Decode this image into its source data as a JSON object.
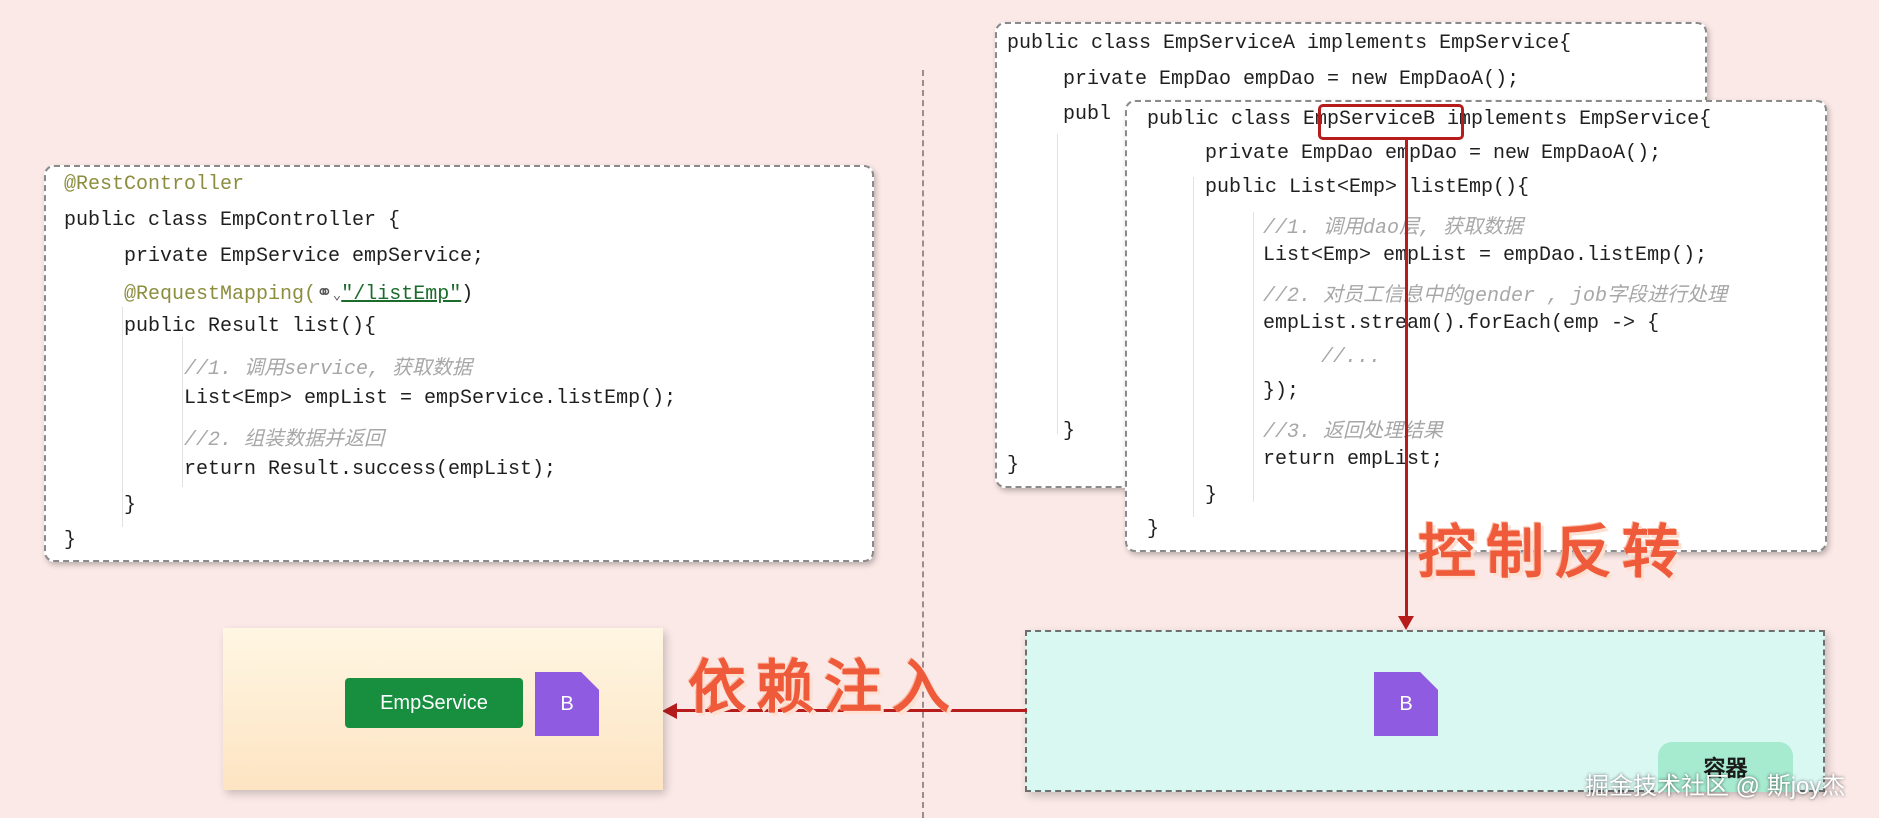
{
  "controller": [
    "@RestController",
    "public class EmpController {",
    "private EmpService empService;",
    "@RequestMapping(",
    "\"/listEmp\"",
    ")",
    "public Result list(){",
    "//1. 调用service, 获取数据",
    "List<Emp> empList = empService.listEmp();",
    "//2. 组装数据并返回",
    "return Result.success(empList);",
    "}",
    "}"
  ],
  "service_a": [
    "public class EmpServiceA implements EmpService{",
    "private EmpDao empDao = new EmpDaoA();",
    "publ",
    "}",
    "}"
  ],
  "service_b": [
    "public class EmpServiceB implements EmpService{",
    "private EmpDao empDao = new EmpDaoA();",
    "public List<Emp> listEmp(){",
    "//1. 调用dao层, 获取数据",
    "List<Emp> empList = empDao.listEmp();",
    "//2. 对员工信息中的gender , job字段进行处理",
    "empList.stream().forEach(emp -> {",
    "//...",
    "});",
    "//3. 返回处理结果",
    "return empList;",
    "}",
    "}"
  ],
  "labels": {
    "ioc": "控制反转",
    "di": "依赖注入",
    "emp_service_tag": "EmpService",
    "bean_letter": "B",
    "container": "容器",
    "watermark": "掘金技术社区 @ 斯joy杰"
  },
  "colors": {
    "keyword": "#1e3a9e",
    "field": "#8e2e9e",
    "annotation": "#8d8d3f",
    "comment": "#a7a7a7",
    "arrow": "#b71c1c",
    "label": "#ef5a3b",
    "tag": "#178f3f",
    "bean": "#8f5be0",
    "container_bg": "#daf8f2"
  },
  "icons": [
    "globe-icon",
    "chevron-down-icon"
  ]
}
